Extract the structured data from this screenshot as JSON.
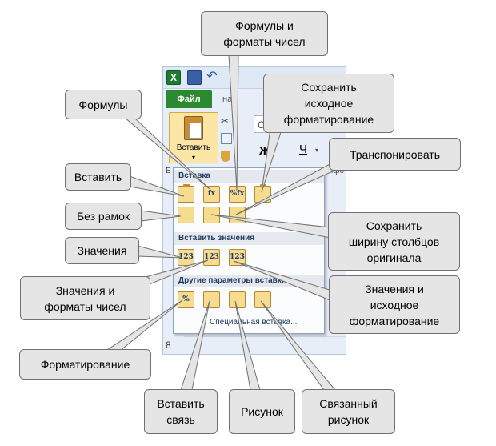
{
  "ribbon": {
    "file_tab": "Файл",
    "home_tab_fragment": "ная",
    "paste_button_label": "Вставить",
    "font_fragment": "C",
    "bold_label": "Ж",
    "underline_label": "Ч",
    "left_fragment": "Б",
    "right_fragment": "ифо"
  },
  "sheet": {
    "row_8": "8"
  },
  "paste_menu": {
    "section_paste": "Вставка",
    "section_values": "Вставить значения",
    "section_other": "Другие параметры вставки",
    "special_paste": "Специальная вставка...",
    "icons": {
      "fx": "fx",
      "pct_fx": "%fx",
      "v123": "123",
      "pct": "%"
    }
  },
  "callouts": {
    "formulas_and_number_formats": "Формулы и\nформаты чисел",
    "keep_source_formatting": "Сохранить\nисходное\nформатирование",
    "formulas": "Формулы",
    "transpose": "Транспонировать",
    "paste": "Вставить",
    "no_borders": "Без рамок",
    "keep_source_column_widths": "Сохранить\nширину столбцов\nоригинала",
    "values": "Значения",
    "values_and_number_formats": "Значения и\nформаты чисел",
    "values_and_source_formatting": "Значения и\nисходное\nформатирование",
    "formatting": "Форматирование",
    "paste_link": "Вставить\nсвязь",
    "picture": "Рисунок",
    "linked_picture": "Связанный\nрисунок"
  },
  "colors": {
    "callout_fill": "#e5e5e5",
    "callout_border": "#707070",
    "file_tab": "#2b8a2f",
    "paste_icon_fill": "#f5dc8e"
  }
}
